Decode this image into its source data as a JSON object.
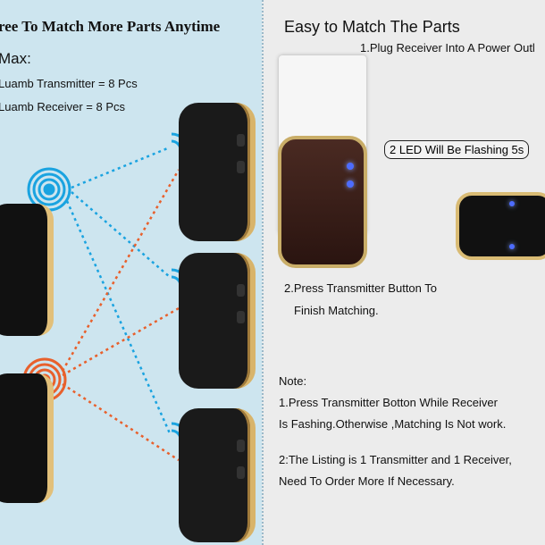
{
  "left": {
    "title": "ree To Match More Parts Anytime",
    "max_label": "Max:",
    "transmitter_line": "Luamb Transmitter = 8 Pcs",
    "receiver_line": "Luamb Receiver = 8 Pcs"
  },
  "right": {
    "title": "Easy to Match The Parts",
    "step1": "1.Plug Receiver Into A Power Outl",
    "callout": "2 LED Will Be Flashing 5s",
    "step2_line1": "2.Press Transmitter Button To",
    "step2_line2": "Finish Matching.",
    "note_label": "Note:",
    "note1_line1": "1.Press Transmitter Botton While Receiver",
    "note1_line2": "Is Fashing.Otherwise ,Matching Is Not work.",
    "note2_line1": "2:The Listing is 1 Transmitter and 1 Receiver,",
    "note2_line2": "Need To Order More If Necessary."
  },
  "colors": {
    "blue": "#1aa3e0",
    "orange": "#e8602c",
    "gold": "#d8b46a"
  }
}
